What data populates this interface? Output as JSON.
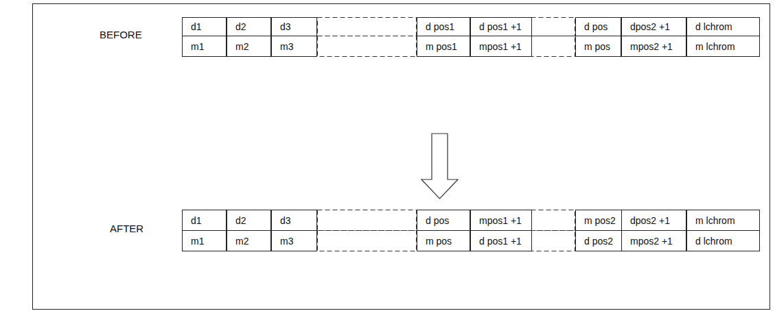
{
  "diagram": {
    "nodes": [
      {
        "text": [
          "d1"
        ]
      },
      {
        "text": [
          "d2"
        ]
      },
      {
        "text": [
          "d3"
        ]
      },
      {
        "text": [
          "d pos1"
        ]
      },
      {
        "text": [
          "d pos1 +1"
        ]
      },
      {
        "text": [
          "d pos"
        ]
      },
      {
        "text": [
          "dpos2 +1"
        ]
      },
      {
        "text": [
          "d lchrom"
        ]
      },
      {
        "text": [
          "m1"
        ]
      },
      {
        "text": [
          "m2"
        ]
      },
      {
        "text": [
          "m3"
        ]
      },
      {
        "text": [
          "m pos1"
        ]
      },
      {
        "text": [
          "mpos1 +1"
        ]
      },
      {
        "text": [
          "m pos"
        ]
      },
      {
        "text": [
          "mpos2 +1"
        ]
      },
      {
        "text": [
          "m lchrom"
        ]
      },
      {
        "text": [
          "d1"
        ]
      },
      {
        "text": [
          "d2"
        ]
      },
      {
        "text": [
          "d3"
        ]
      },
      {
        "text": [
          "d pos"
        ]
      },
      {
        "text": [
          "mpos1 +1"
        ]
      },
      {
        "text": [
          "m pos2"
        ]
      },
      {
        "text": [
          "dpos2 +1"
        ]
      },
      {
        "text": [
          "m lchrom"
        ]
      },
      {
        "text": [
          "m1"
        ]
      },
      {
        "text": [
          "m2"
        ]
      },
      {
        "text": [
          "m3"
        ]
      },
      {
        "text": [
          "m pos"
        ]
      },
      {
        "text": [
          "d pos1 +1"
        ]
      },
      {
        "text": [
          "d pos2"
        ]
      },
      {
        "text": [
          "mpos2 +1"
        ]
      },
      {
        "text": [
          "d lchrom"
        ]
      }
    ],
    "labels": [
      "BEFORE",
      "AFTER"
    ]
  }
}
